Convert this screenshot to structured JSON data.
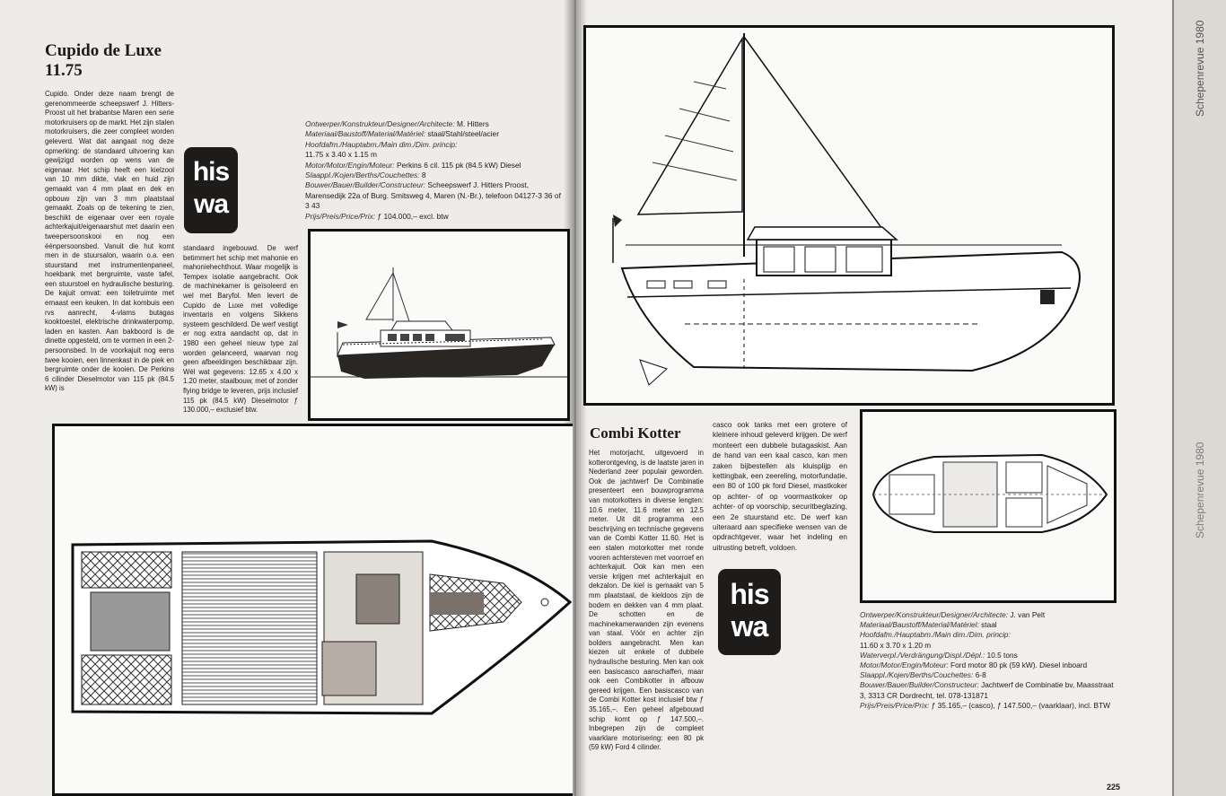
{
  "left_article": {
    "title_line1": "Cupido de Luxe",
    "title_line2": "11.75",
    "col1": "Cupido. Onder deze naam brengt de gerenommeerde scheepswerf J. Hitters-Proost uit het brabantse Maren een serie motorkruisers op de markt. Het zijn stalen motorkruisers, die zeer compleet worden geleverd. Wat dat aangaat nog deze opmerking: de standaard uitvoering kan gewijzigd worden op wens van de eigenaar. Het schip heeft een kielzool van 10 mm dikte, vlak en huid zijn gemaakt van 4 mm plaat en dek en opbouw zijn van 3 mm plaatstaal gemaakt. Zoals op de tekening te zien, beschikt de eigenaar over een royale achterkajuit/eigenaarshut met daarin een tweepersoonskooi en nog een éénpersoonsbed. Vanuit die hut komt men in de stuursalon, waarin o.a. een stuurstand met instrumentenpaneel, hoekbank met bergruimte, vaste tafel, een stuurstoel en hydraulische besturing. De kajuit omvat: een toiletruimte met ernaast een keuken. In dat kombuis een rvs aanrecht, 4-vlams butagas kooktoestel, elektrische drinkwaterpomp, laden en kasten. Aan bakboord is de dinette opgesteld, om te vormen in een 2-persoonsbed. In de voorkajuit nog eens twee kooien, een linnenkast in de piek en bergruimte onder de kooien. De Perkins 6 cilinder Dieselmotor van 115 pk (84.5 kW) is",
    "col2": "standaard ingebouwd. De werf betimmert het schip met mahonie en mahoniehechthout. Waar mogelijk is Tempex isolatie aangebracht. Ook de machinekamer is geïsoleerd en wel met Baryfol. Men levert de Cupido de Luxe met volledige inventaris en volgens Sikkens systeem geschilderd. De werf vestigt er nog extra aandacht op, dat in 1980 een geheel nieuw type zal worden gelanceerd, waarvan nog geen afbeeldingen beschikbaar zijn. Wél wat gegevens: 12.65 x 4.00 x 1.20 meter, staalbouw, met of zonder flying bridge te leveren, prijs inclusief 115 pk (84.5 kW) Dieselmotor ƒ 130.000,– exclusief btw.",
    "specs": [
      {
        "label": "Ontwerper/Konstrukteur/Designer/Architecte:",
        "value": "M. Hitters"
      },
      {
        "label": "Materiaal/Baustoff/Material/Matériel:",
        "value": "staal/Stahl/steel/acier"
      },
      {
        "label": "Hoofdafm./Hauptabm./Main dim./Dim. princip:",
        "value": ""
      },
      {
        "label": "",
        "value": "11.75 x 3.40 x 1.15 m"
      },
      {
        "label": "Motor/Motor/Engin/Moteur:",
        "value": "Perkins 6 cil. 115 pk (84.5 kW) Diesel"
      },
      {
        "label": "Slaappl./Kojen/Berths/Couchettes:",
        "value": "8"
      },
      {
        "label": "Bouwer/Bauer/Builder/Constructeur:",
        "value": "Scheepswerf J. Hitters Proost, Marensedijk 22a of Burg. Smitsweg 4, Maren (N.-Br.), telefoon 04127-3 36 of 3 43"
      },
      {
        "label": "Prijs/Preis/Price/Prix:",
        "value": "ƒ 104.000,– excl. btw"
      }
    ]
  },
  "right_article": {
    "title": "Combi Kotter",
    "col1": "Het motorjacht, uitgevoerd in kotterontgeving, is de laatste jaren in Nederland zeer populair geworden. Ook de jachtwerf De Combinatie presenteert een bouwprogramma van motorkotters in diverse lengten: 10.6 meter, 11.6 meter en 12.5 meter. Uit dit programma een beschrijving en technische gegevens van de Combi Kotter 11.60. Het is een stalen motorkotter met ronde vooren achtersteven met voorroef en achterkajuit. Ook kan men een versie krijgen met achterkajuit en dekzalon. De kiel is gemaakt van 5 mm plaatstaal, de kieldoos zijn de bodem en dekken van 4 mm plaat. De schotten en de machinekamerwanden zijn evenens van staal. Vóór en achter zijn bolders aangebracht. Men kan kiezen uit enkele of dubbele hydraulische besturing. Men kan ook een basiscasco aanschaffen, maar ook een Combikotter in afbouw gereed krijgen. Een basiscasco van de Combi Kotter kost inclusief btw ƒ 35.165,–. Een geheel afgebouwd schip komt op ƒ 147.500,–. Inbegrepen zijn de compleet vaarklare motorisering: een 80 pk (59 kW) Ford 4 cilinder.",
    "col2": "casco ook tanks met een grotere of kleinere inhoud geleverd krijgen. De werf monteert een dubbele butagaskist. Aan de hand van een kaal casco, kan men zaken bijbestellen als kluisplijp en kettingbak, een zeereling, motorfundatie, een 80 of 100 pk ford Diesel, mastkoker op achter- of op voormastkoker op achter- of op voorschip, securitbeglazing, een 2e stuurstand etc. De werf kan uiteraard aan specifieke wensen van de opdrachtgever, waar het indeling en uitrusting betreft, voldoen.",
    "specs": [
      {
        "label": "Ontwerper/Konstrukteur/Designer/Architecte:",
        "value": "J. van Pelt"
      },
      {
        "label": "Materiaal/Baustoff/Material/Matériel:",
        "value": "staal"
      },
      {
        "label": "Hoofdafm./Hauptabm./Main dim./Dim. princip:",
        "value": ""
      },
      {
        "label": "",
        "value": "11.60 x 3.70 x 1.20 m"
      },
      {
        "label": "Waterverpl./Verdrängung/Displ./Dépl.:",
        "value": "10.5 tons"
      },
      {
        "label": "Motor/Motor/Engin/Moteur:",
        "value": "Ford motor 80 pk (59 kW). Diesel inboard"
      },
      {
        "label": "Slaappl./Kojen/Berths/Couchettes:",
        "value": "6-8"
      },
      {
        "label": "Bouwer/Bauer/Builder/Constructeur:",
        "value": "Jachtwerf de Combinatie bv, Maasstraat 3, 3313 CR Dordrecht, tel. 078-131871"
      },
      {
        "label": "Prijs/Preis/Price/Prix:",
        "value": "ƒ 35.165,– (casco), ƒ 147.500,– (vaarklaar), incl. BTW"
      }
    ]
  },
  "logo": {
    "line1": "his",
    "line2": "wa"
  },
  "running_head": "Schepenrevue 1980",
  "page_number": "225",
  "colors": {
    "paper": "#eeece8",
    "ink": "#1c1a18",
    "hull_dark": "#2a2624"
  }
}
